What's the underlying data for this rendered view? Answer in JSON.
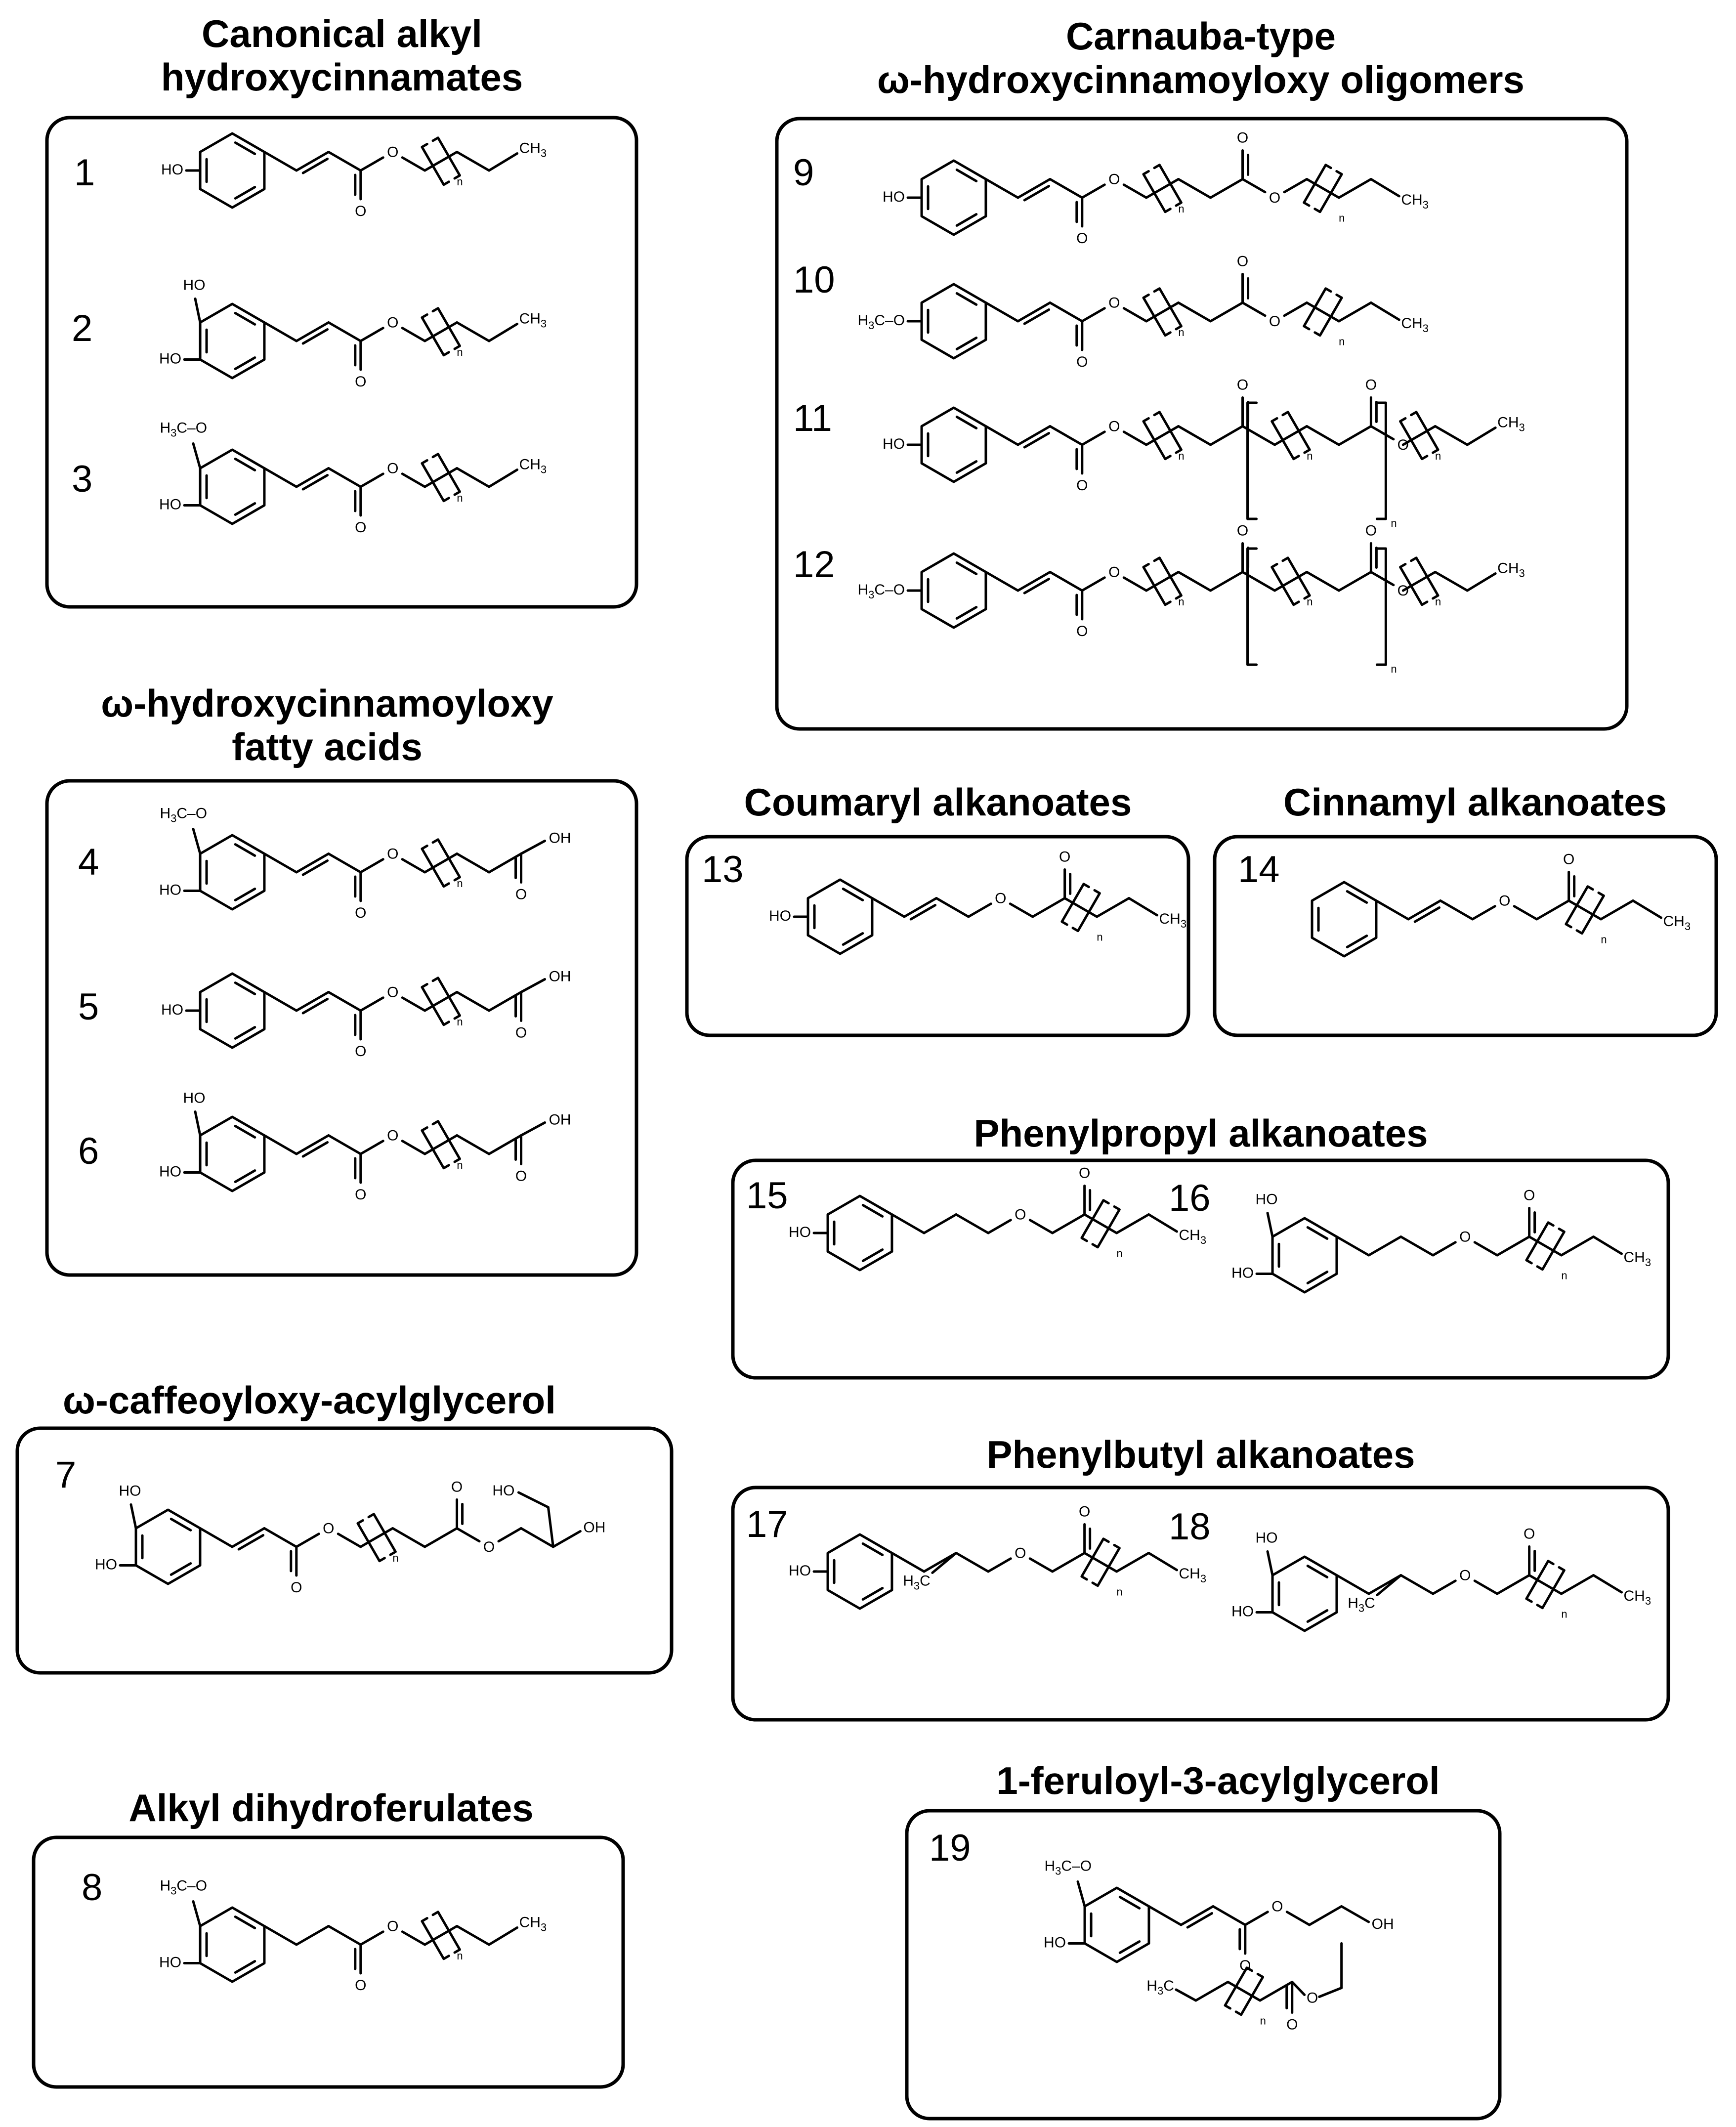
{
  "groups": [
    {
      "id": "g1",
      "title": [
        "Canonical alkyl",
        "hydroxycinnamates"
      ],
      "labels": [
        "1",
        "2",
        "3"
      ]
    },
    {
      "id": "g2",
      "title": [
        "Carnauba-type",
        "ω-hydroxycinnamoyloxy oligomers"
      ],
      "labels": [
        "9",
        "10",
        "11",
        "12"
      ]
    },
    {
      "id": "g3",
      "title": [
        "ω-hydroxycinnamoyloxy",
        "fatty acids"
      ],
      "labels": [
        "4",
        "5",
        "6"
      ]
    },
    {
      "id": "g4",
      "title": [
        "Coumaryl alkanoates"
      ],
      "labels": [
        "13"
      ]
    },
    {
      "id": "g5",
      "title": [
        "Cinnamyl alkanoates"
      ],
      "labels": [
        "14"
      ]
    },
    {
      "id": "g6",
      "title": [
        "Phenylpropyl alkanoates"
      ],
      "labels": [
        "15",
        "16"
      ]
    },
    {
      "id": "g7",
      "title": [
        "ω-caffeoyloxy-acylglycerol"
      ],
      "labels": [
        "7"
      ]
    },
    {
      "id": "g8",
      "title": [
        "Phenylbutyl alkanoates"
      ],
      "labels": [
        "17",
        "18"
      ]
    },
    {
      "id": "g9",
      "title": [
        "1-feruloyl-3-acylglycerol"
      ],
      "labels": [
        "19"
      ]
    },
    {
      "id": "g10",
      "title": [
        "Alkyl dihydroferulates"
      ],
      "labels": [
        "8"
      ]
    }
  ],
  "atoms": {
    "hydroxyl": "HO",
    "hydroxyl_right": "OH",
    "oxygen": "O",
    "methyl": "CH",
    "methyl_sub": "3",
    "methyl_left": "H",
    "methyl_left_sub": "3",
    "methyl_left_c": "C",
    "methoxy_dash": "–O",
    "repeat": "n"
  }
}
